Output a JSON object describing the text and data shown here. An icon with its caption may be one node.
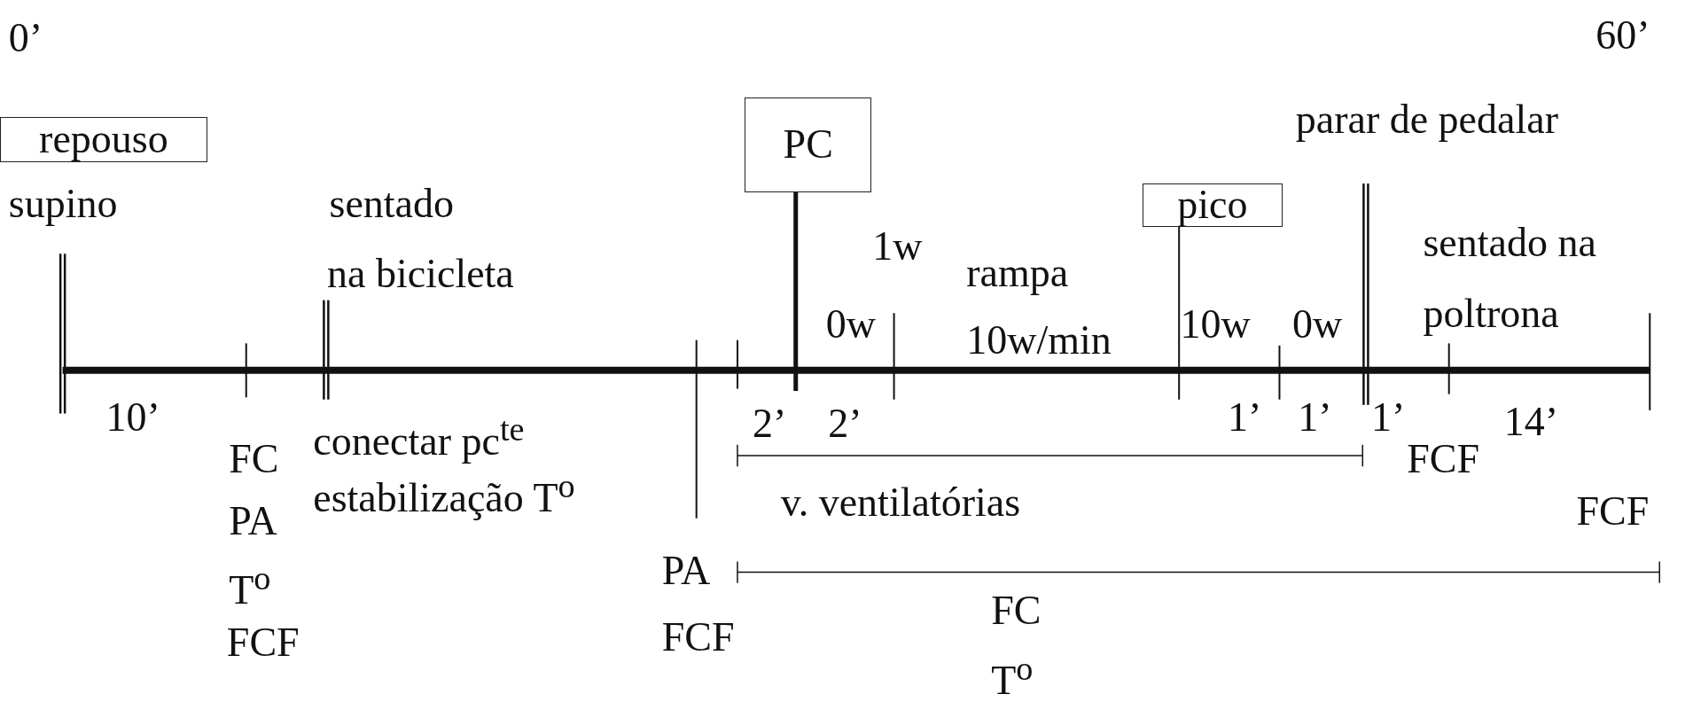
{
  "diagram": {
    "nodes": [
      {
        "text": [
          "repouso"
        ],
        "beside": [
          "supino"
        ]
      },
      {
        "text": [
          "PC"
        ]
      },
      {
        "text": [
          "pico"
        ]
      }
    ],
    "labels": [
      "0’",
      "60’",
      "parar de pedalar",
      "sentado",
      "1w",
      "rampa 10w/min",
      "sentado na poltrona",
      "na bicicleta",
      "0w",
      "10w",
      "0w",
      "10’",
      "2’",
      "2’",
      "1’",
      "1’",
      "1’",
      "14’",
      "conectar pc$^{te}$",
      "FC",
      "FCF",
      "estabilização T$^{o}$",
      "v. ventilatórias",
      "PA",
      "FCF",
      "PA",
      "T$^{o}$",
      "FC",
      "FCF",
      "T$^{o}$",
      "FCF"
    ]
  }
}
